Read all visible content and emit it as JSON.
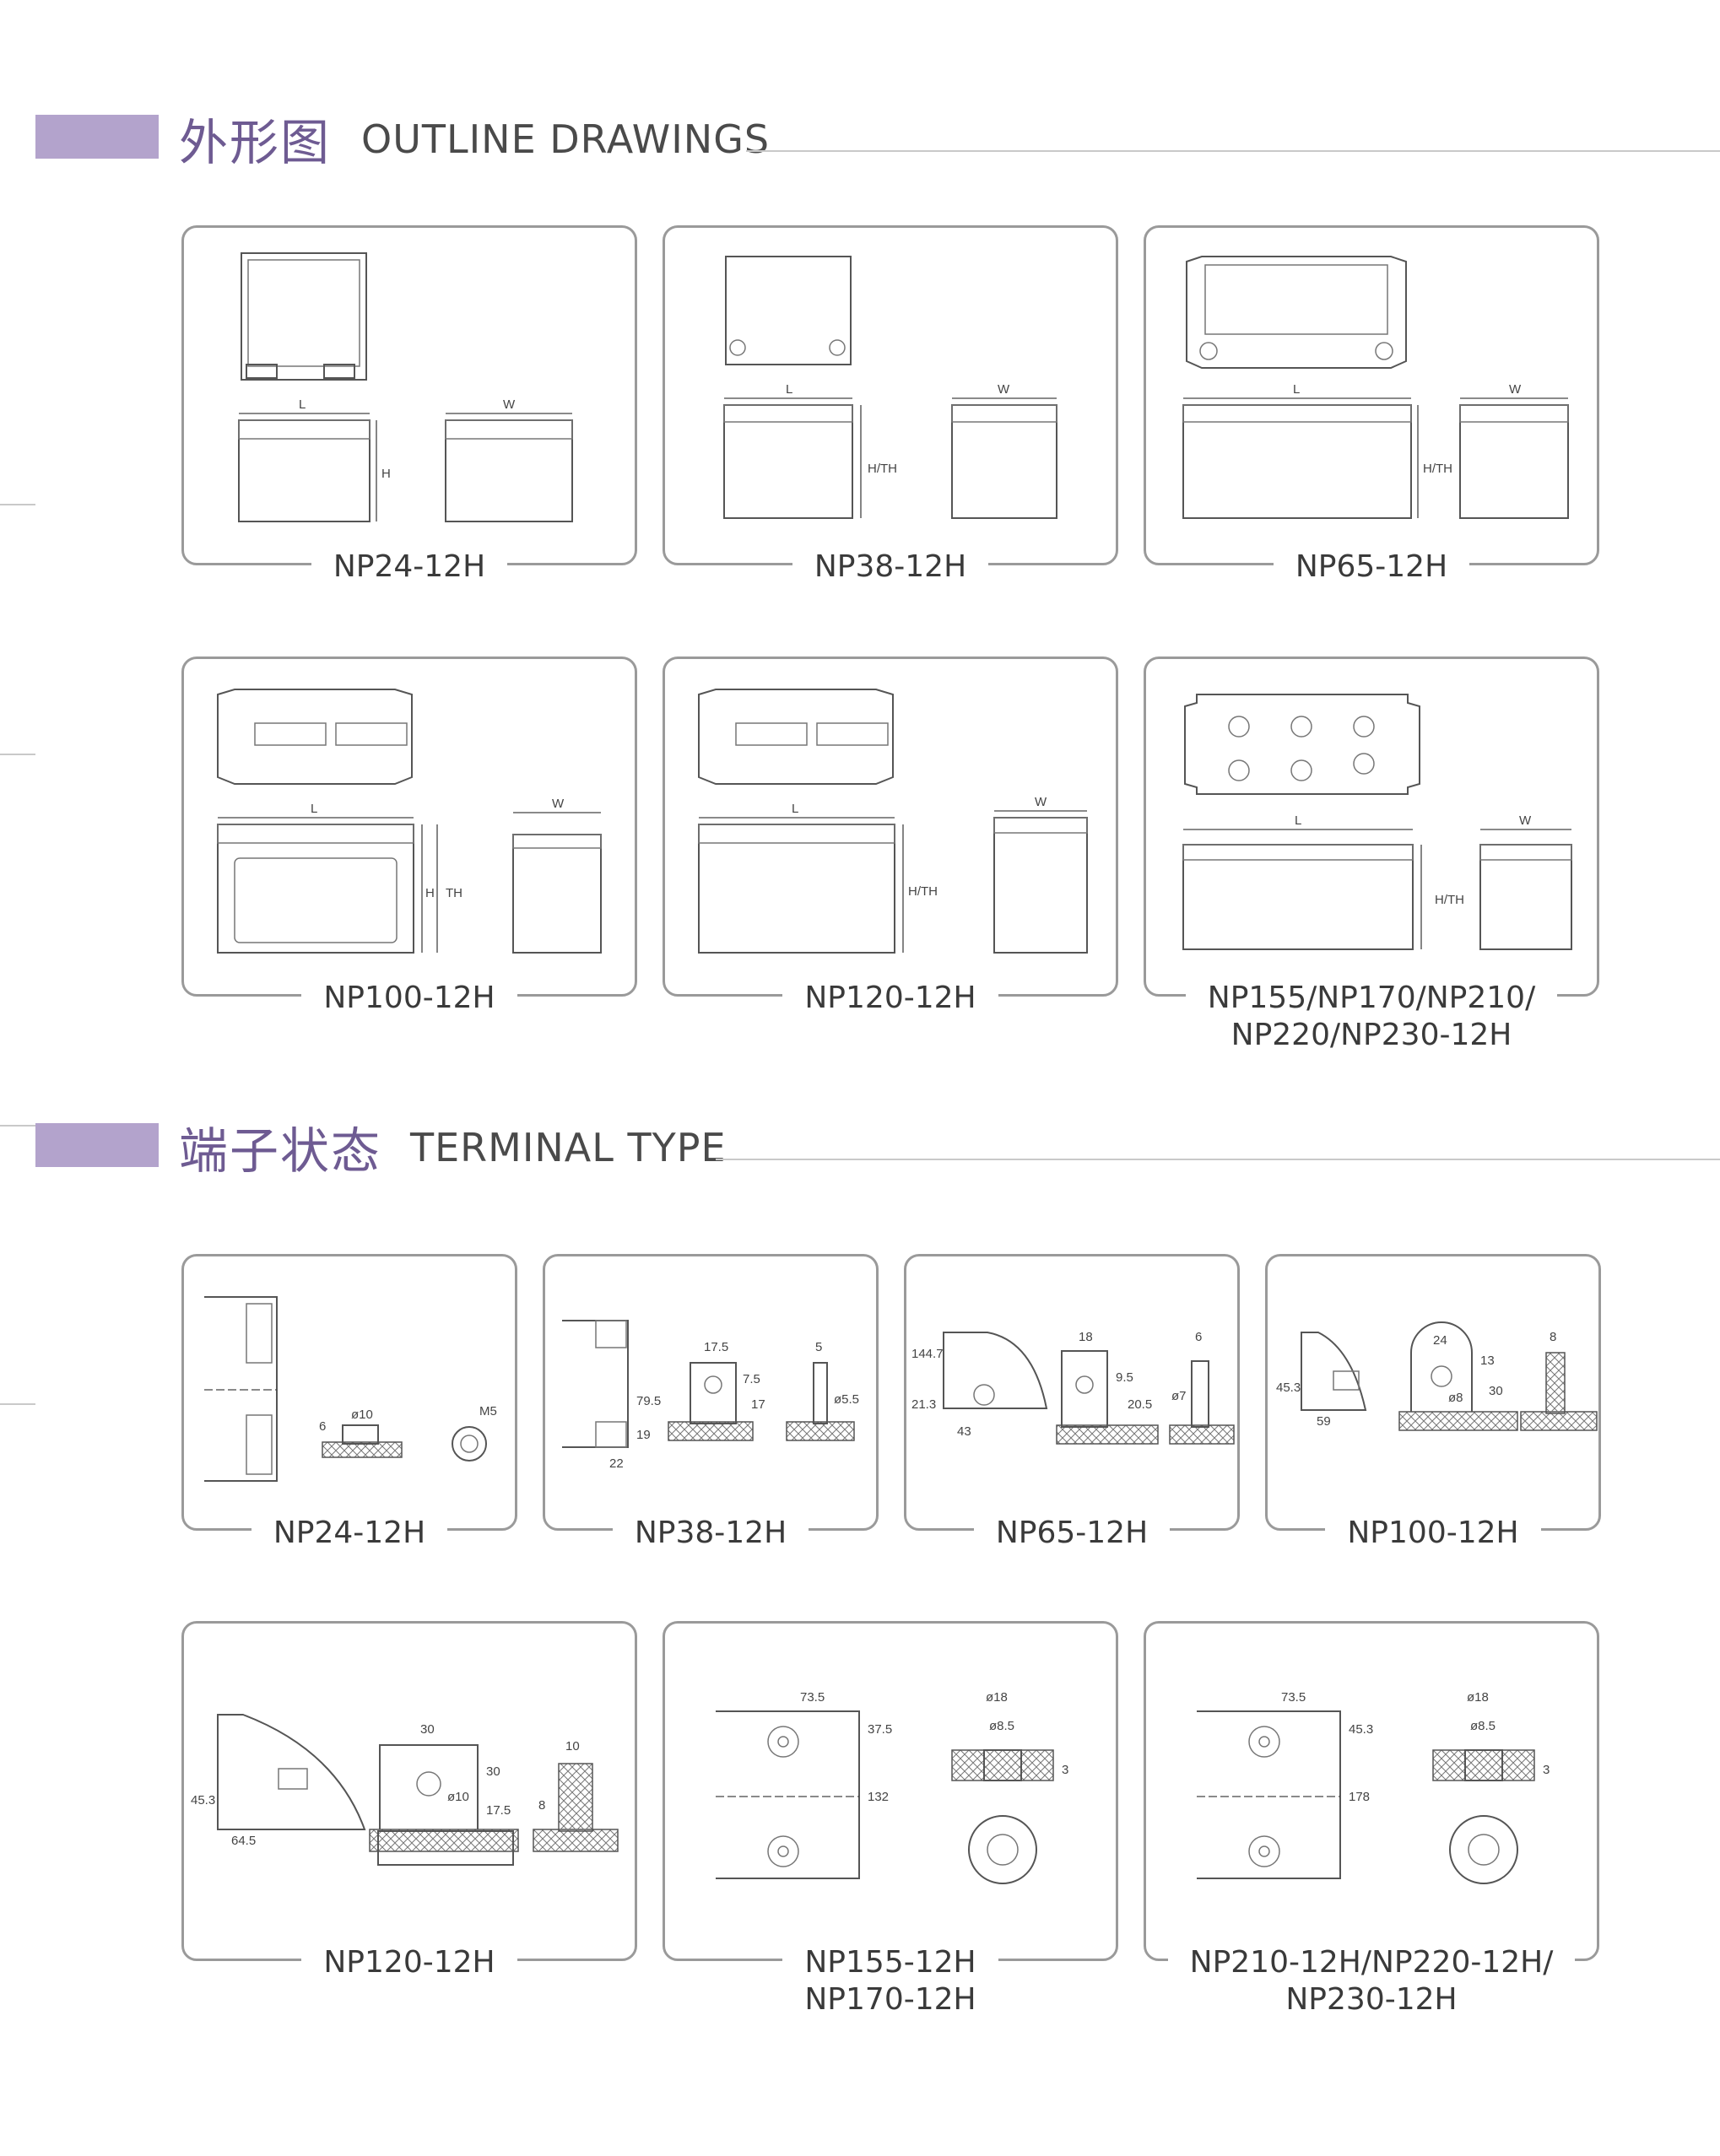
{
  "sections": {
    "outline": {
      "cn": "外形图",
      "en": "OUTLINE DRAWINGS"
    },
    "terminal": {
      "cn": "端子状态",
      "en": "TERMINAL TYPE"
    }
  },
  "outline_cards": [
    {
      "line1": "NP24-12H",
      "line2": ""
    },
    {
      "line1": "NP38-12H",
      "line2": ""
    },
    {
      "line1": "NP65-12H",
      "line2": ""
    },
    {
      "line1": "NP100-12H",
      "line2": ""
    },
    {
      "line1": "NP120-12H",
      "line2": ""
    },
    {
      "line1": "NP155/NP170/NP210/",
      "line2": "NP220/NP230-12H"
    }
  ],
  "terminal_cards": [
    {
      "line1": "NP24-12H",
      "line2": ""
    },
    {
      "line1": "NP38-12H",
      "line2": ""
    },
    {
      "line1": "NP65-12H",
      "line2": ""
    },
    {
      "line1": "NP100-12H",
      "line2": ""
    },
    {
      "line1": "NP120-12H",
      "line2": ""
    },
    {
      "line1": "NP155-12H",
      "line2": "NP170-12H"
    },
    {
      "line1": "NP210-12H/NP220-12H/",
      "line2": "NP230-12H"
    }
  ],
  "drawing_labels": {
    "L": "L",
    "W": "W",
    "H": "H",
    "TH": "TH",
    "HTH": "H/TH",
    "t1": [
      "6",
      "ø10",
      "M5"
    ],
    "t2": [
      "17.5",
      "5",
      "7.5",
      "17",
      "ø5.5",
      "79.5",
      "19",
      "22"
    ],
    "t3": [
      "18",
      "6",
      "144.7",
      "21.3",
      "9.5",
      "20.5",
      "ø7",
      "43"
    ],
    "t4": [
      "24",
      "8",
      "13",
      "30",
      "ø8",
      "45.3",
      "59"
    ],
    "t5": [
      "30",
      "10",
      "30",
      "ø10",
      "17.5",
      "8",
      "45.3",
      "64.5"
    ],
    "t6": [
      "73.5",
      "37.5",
      "132",
      "ø18",
      "ø8.5",
      "3"
    ],
    "t7": [
      "73.5",
      "45.3",
      "178",
      "ø18",
      "ø8.5",
      "3"
    ]
  }
}
